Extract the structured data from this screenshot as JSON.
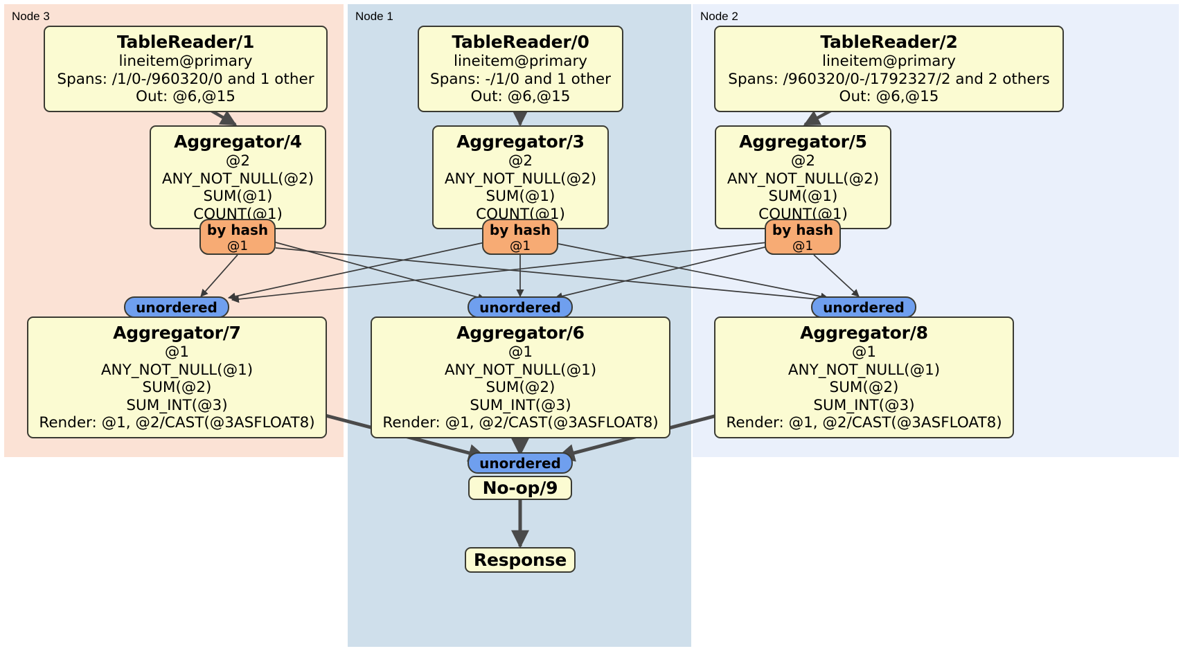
{
  "diagram": {
    "type": "distributed-query-plan",
    "colors": {
      "node3_panel": "#fbe2d5",
      "node1_panel": "#cfdfeb",
      "node2_panel": "#eaf0fb",
      "processor_fill": "#fbfbd2",
      "processor_border": "#3a3a32",
      "hash_router_fill": "#f7ab74",
      "unordered_fill": "#6f9fee",
      "edge_color": "#4a4a4a"
    },
    "nodes": [
      {
        "id": "node3",
        "label": "Node 3"
      },
      {
        "id": "node1",
        "label": "Node 1"
      },
      {
        "id": "node2",
        "label": "Node 2"
      }
    ],
    "processors": {
      "table_reader_1": {
        "title": "TableReader/1",
        "lines": [
          "lineitem@primary",
          "Spans: /1/0-/960320/0 and 1 other",
          "Out: @6,@15"
        ]
      },
      "table_reader_0": {
        "title": "TableReader/0",
        "lines": [
          "lineitem@primary",
          "Spans: -/1/0 and 1 other",
          "Out: @6,@15"
        ]
      },
      "table_reader_2": {
        "title": "TableReader/2",
        "lines": [
          "lineitem@primary",
          "Spans: /960320/0-/1792327/2 and 2 others",
          "Out: @6,@15"
        ]
      },
      "aggregator_4": {
        "title": "Aggregator/4",
        "lines": [
          "@2",
          "ANY_NOT_NULL(@2)",
          "SUM(@1)",
          "COUNT(@1)"
        ]
      },
      "aggregator_3": {
        "title": "Aggregator/3",
        "lines": [
          "@2",
          "ANY_NOT_NULL(@2)",
          "SUM(@1)",
          "COUNT(@1)"
        ]
      },
      "aggregator_5": {
        "title": "Aggregator/5",
        "lines": [
          "@2",
          "ANY_NOT_NULL(@2)",
          "SUM(@1)",
          "COUNT(@1)"
        ]
      },
      "aggregator_7": {
        "title": "Aggregator/7",
        "lines": [
          "@1",
          "ANY_NOT_NULL(@1)",
          "SUM(@2)",
          "SUM_INT(@3)",
          "Render: @1, @2/CAST(@3ASFLOAT8)"
        ]
      },
      "aggregator_6": {
        "title": "Aggregator/6",
        "lines": [
          "@1",
          "ANY_NOT_NULL(@1)",
          "SUM(@2)",
          "SUM_INT(@3)",
          "Render: @1, @2/CAST(@3ASFLOAT8)"
        ]
      },
      "aggregator_8": {
        "title": "Aggregator/8",
        "lines": [
          "@1",
          "ANY_NOT_NULL(@1)",
          "SUM(@2)",
          "SUM_INT(@3)",
          "Render: @1, @2/CAST(@3ASFLOAT8)"
        ]
      },
      "noop_9": {
        "title": "No-op/9"
      },
      "response": {
        "title": "Response"
      }
    },
    "routers": {
      "hash_left": {
        "label": "by hash",
        "column": "@1"
      },
      "hash_center": {
        "label": "by hash",
        "column": "@1"
      },
      "hash_right": {
        "label": "by hash",
        "column": "@1"
      }
    },
    "synchronizers": {
      "unordered_left": {
        "label": "unordered"
      },
      "unordered_center": {
        "label": "unordered"
      },
      "unordered_right": {
        "label": "unordered"
      },
      "unordered_final": {
        "label": "unordered"
      }
    }
  }
}
